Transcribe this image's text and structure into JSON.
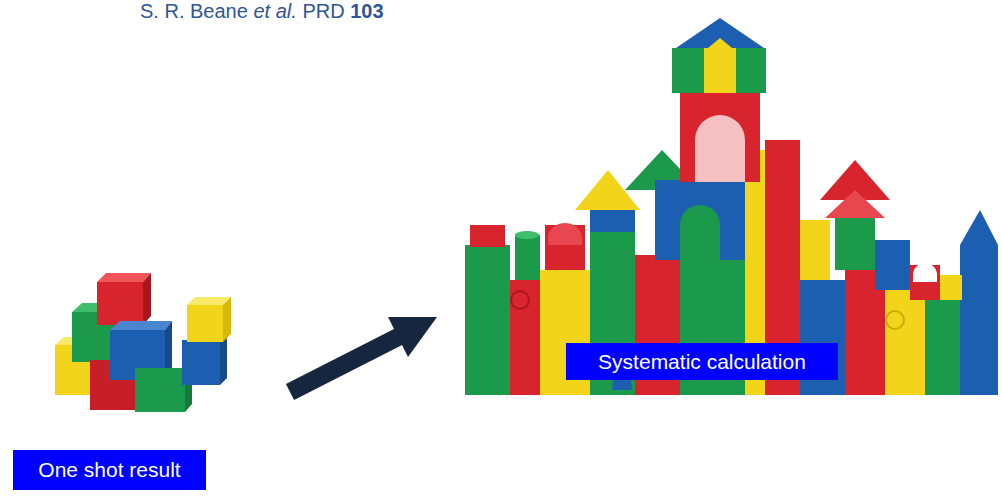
{
  "diagram": {
    "nodes": [
      {
        "text": [
          "Systematic calculation"
        ]
      },
      {
        "text": [
          "One shot result"
        ]
      }
    ],
    "labels": [
      "S. R. Beane",
      "et al.",
      "PRD",
      "103"
    ]
  }
}
